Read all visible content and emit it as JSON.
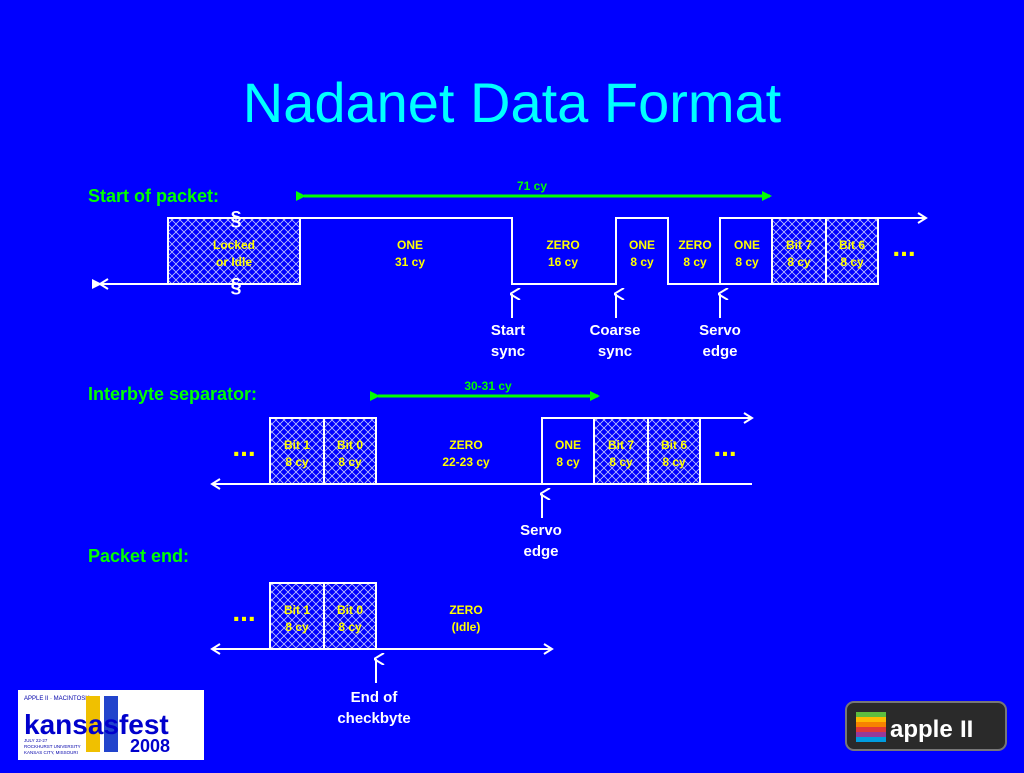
{
  "title": "Nadanet Data Format",
  "sections": {
    "start_of_packet": {
      "label": "Start of packet:",
      "span": "71 cy",
      "cells": [
        {
          "line1": "Locked",
          "line2": "or Idle"
        },
        {
          "line1": "ONE",
          "line2": "31 cy"
        },
        {
          "line1": "ZERO",
          "line2": "16 cy"
        },
        {
          "line1": "ONE",
          "line2": "8 cy"
        },
        {
          "line1": "ZERO",
          "line2": "8 cy"
        },
        {
          "line1": "ONE",
          "line2": "8 cy"
        },
        {
          "line1": "Bit 7",
          "line2": "8 cy"
        },
        {
          "line1": "Bit 6",
          "line2": "8 cy"
        }
      ],
      "ellipsis": "...",
      "notes": [
        {
          "line1": "Start",
          "line2": "sync"
        },
        {
          "line1": "Coarse",
          "line2": "sync"
        },
        {
          "line1": "Servo",
          "line2": "edge"
        }
      ]
    },
    "interbyte_separator": {
      "label": "Interbyte separator:",
      "span": "30-31 cy",
      "cells": [
        {
          "line1": "Bit 1",
          "line2": "8 cy"
        },
        {
          "line1": "Bit 0",
          "line2": "8 cy"
        },
        {
          "line1": "ZERO",
          "line2": "22-23 cy"
        },
        {
          "line1": "ONE",
          "line2": "8 cy"
        },
        {
          "line1": "Bit 7",
          "line2": "8 cy"
        },
        {
          "line1": "Bit 6",
          "line2": "8 cy"
        }
      ],
      "ellipsis_left": "...",
      "ellipsis_right": "...",
      "notes": [
        {
          "line1": "Servo",
          "line2": "edge"
        }
      ]
    },
    "packet_end": {
      "label": "Packet end:",
      "cells": [
        {
          "line1": "Bit 1",
          "line2": "8 cy"
        },
        {
          "line1": "Bit 0",
          "line2": "8 cy"
        },
        {
          "line1": "ZERO",
          "line2": "(Idle)"
        }
      ],
      "ellipsis": "...",
      "notes": [
        {
          "line1": "End of",
          "line2": "checkbyte"
        }
      ]
    }
  },
  "logos": {
    "kansasfest": {
      "top_text": "APPLE II · MACINTOSH",
      "word": "kansasfest",
      "year": "2008",
      "small_lines": [
        "JULY 22-27",
        "ROCKHURST UNIVERSITY",
        "KANSAS CITY, MISSOURI"
      ]
    },
    "apple2": {
      "word": "apple",
      "numeral": "II"
    }
  },
  "colors": {
    "background": "#0000ff",
    "title": "#00ffff",
    "section_label": "#00ff00",
    "cell_text": "#ffff00",
    "note_text": "#ffffff",
    "waveform": "#ffffff"
  }
}
